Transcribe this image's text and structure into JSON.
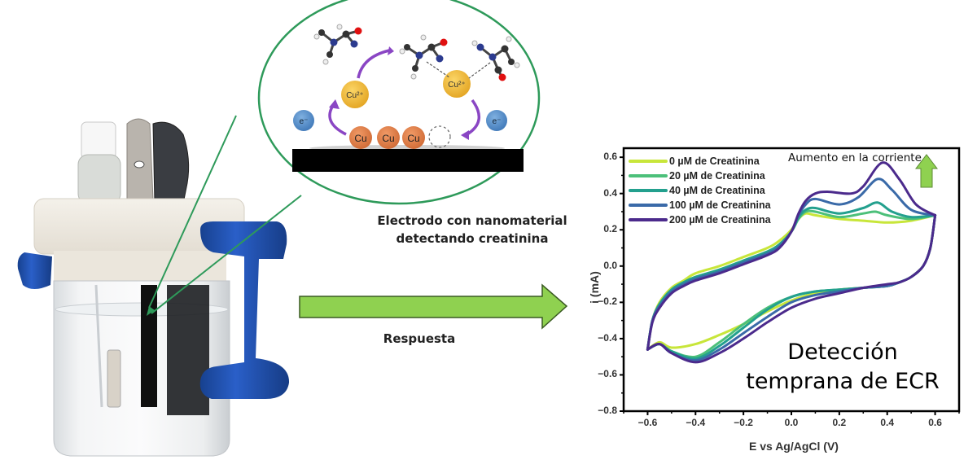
{
  "figure": {
    "inset_caption_line1": "Electrodo con nanomaterial",
    "inset_caption_line2": "detectando creatinina",
    "arrow_label": "Respuesta",
    "conclusion_line1": "Detección",
    "conclusion_line2": "temprana de ECR",
    "increase_annotation": "Aumento en la corriente",
    "colors": {
      "inset_ellipse": "#2e9a5a",
      "pointer_lines": "#2e9a5a",
      "response_arrow": "#8fd150",
      "cu2_ion": "#f2b632",
      "cu_metal": "#e07b45",
      "electron": "#4a86c5",
      "cycle_arrows": "#8a46c4",
      "electrode": "#000000",
      "cell_cap": "#eee9e0",
      "tubing": "#1f4fb0"
    },
    "mechanism": {
      "cu2_label": "Cu²⁺",
      "cu_label": "Cu",
      "electron_label": "e⁻"
    }
  },
  "chart_data": {
    "type": "line",
    "title": "",
    "xlabel": "E vs Ag/AgCl (V)",
    "ylabel": "i (mA)",
    "xlim": [
      -0.7,
      0.7
    ],
    "ylim": [
      -0.8,
      0.65
    ],
    "x_ticks": [
      -0.6,
      -0.4,
      -0.2,
      0.0,
      0.2,
      0.4,
      0.6
    ],
    "x_tick_labels": [
      "−0.6",
      "−0.4",
      "−0.2",
      "0.0",
      "0.2",
      "0.4",
      "0.6"
    ],
    "y_ticks": [
      0.6,
      0.4,
      0.2,
      0.0,
      -0.2,
      -0.4,
      -0.6,
      -0.8
    ],
    "y_tick_labels": [
      "0.6",
      "0.4",
      "0.2",
      "0.0",
      "−0.2",
      "−0.4",
      "−0.6",
      "−0.8"
    ],
    "grid": false,
    "legend_position": "top-left",
    "annotation": "Aumento en la corriente",
    "series": [
      {
        "name": "0 µM de Creatinina",
        "color": "#c8e63a",
        "anodic": {
          "x": [
            -0.6,
            -0.58,
            -0.55,
            -0.5,
            -0.45,
            -0.4,
            -0.3,
            -0.2,
            -0.1,
            -0.05,
            0.0,
            0.03,
            0.06,
            0.1,
            0.2,
            0.3,
            0.4,
            0.5,
            0.6
          ],
          "y": [
            -0.46,
            -0.3,
            -0.2,
            -0.12,
            -0.08,
            -0.04,
            0.0,
            0.05,
            0.1,
            0.14,
            0.2,
            0.26,
            0.29,
            0.28,
            0.26,
            0.25,
            0.24,
            0.25,
            0.28
          ]
        },
        "cathodic": {
          "x": [
            0.6,
            0.58,
            0.55,
            0.5,
            0.45,
            0.4,
            0.3,
            0.2,
            0.1,
            0.0,
            -0.1,
            -0.2,
            -0.3,
            -0.4,
            -0.5,
            -0.55,
            -0.6
          ],
          "y": [
            0.28,
            0.1,
            0.0,
            -0.06,
            -0.09,
            -0.11,
            -0.12,
            -0.13,
            -0.15,
            -0.19,
            -0.25,
            -0.32,
            -0.38,
            -0.43,
            -0.45,
            -0.42,
            -0.46
          ]
        }
      },
      {
        "name": "20 µM de Creatinina",
        "color": "#4cc07a",
        "anodic": {
          "x": [
            -0.6,
            -0.58,
            -0.55,
            -0.5,
            -0.45,
            -0.4,
            -0.3,
            -0.2,
            -0.1,
            -0.05,
            0.0,
            0.03,
            0.06,
            0.1,
            0.2,
            0.3,
            0.35,
            0.4,
            0.5,
            0.6
          ],
          "y": [
            -0.46,
            -0.3,
            -0.21,
            -0.13,
            -0.09,
            -0.06,
            -0.02,
            0.03,
            0.08,
            0.12,
            0.19,
            0.26,
            0.3,
            0.3,
            0.27,
            0.29,
            0.3,
            0.28,
            0.26,
            0.28
          ]
        },
        "cathodic": {
          "x": [
            0.6,
            0.58,
            0.55,
            0.5,
            0.45,
            0.4,
            0.3,
            0.2,
            0.1,
            0.0,
            -0.1,
            -0.2,
            -0.3,
            -0.4,
            -0.5,
            -0.55,
            -0.6
          ],
          "y": [
            0.28,
            0.1,
            0.0,
            -0.06,
            -0.09,
            -0.11,
            -0.12,
            -0.13,
            -0.14,
            -0.17,
            -0.23,
            -0.32,
            -0.42,
            -0.5,
            -0.47,
            -0.43,
            -0.46
          ]
        }
      },
      {
        "name": "40 µM de Creatinina",
        "color": "#23a08e",
        "anodic": {
          "x": [
            -0.6,
            -0.58,
            -0.55,
            -0.5,
            -0.45,
            -0.4,
            -0.3,
            -0.2,
            -0.1,
            -0.05,
            0.0,
            0.03,
            0.06,
            0.1,
            0.2,
            0.3,
            0.36,
            0.42,
            0.5,
            0.6
          ],
          "y": [
            -0.46,
            -0.3,
            -0.21,
            -0.13,
            -0.09,
            -0.06,
            -0.02,
            0.03,
            0.08,
            0.12,
            0.19,
            0.27,
            0.31,
            0.32,
            0.29,
            0.32,
            0.35,
            0.3,
            0.27,
            0.28
          ]
        },
        "cathodic": {
          "x": [
            0.6,
            0.58,
            0.55,
            0.5,
            0.45,
            0.4,
            0.3,
            0.2,
            0.1,
            0.0,
            -0.1,
            -0.2,
            -0.3,
            -0.4,
            -0.5,
            -0.55,
            -0.6
          ],
          "y": [
            0.28,
            0.1,
            0.0,
            -0.06,
            -0.09,
            -0.11,
            -0.12,
            -0.13,
            -0.14,
            -0.17,
            -0.24,
            -0.34,
            -0.44,
            -0.51,
            -0.47,
            -0.43,
            -0.46
          ]
        }
      },
      {
        "name": "100 µM de Creatinina",
        "color": "#3a6aa8",
        "anodic": {
          "x": [
            -0.6,
            -0.58,
            -0.55,
            -0.5,
            -0.45,
            -0.4,
            -0.3,
            -0.2,
            -0.1,
            -0.05,
            0.0,
            0.03,
            0.06,
            0.1,
            0.2,
            0.28,
            0.36,
            0.42,
            0.5,
            0.6
          ],
          "y": [
            -0.46,
            -0.3,
            -0.22,
            -0.14,
            -0.1,
            -0.07,
            -0.03,
            0.02,
            0.07,
            0.11,
            0.19,
            0.28,
            0.34,
            0.37,
            0.34,
            0.38,
            0.48,
            0.42,
            0.31,
            0.28
          ]
        },
        "cathodic": {
          "x": [
            0.6,
            0.58,
            0.55,
            0.5,
            0.45,
            0.4,
            0.3,
            0.2,
            0.1,
            0.0,
            -0.1,
            -0.2,
            -0.3,
            -0.4,
            -0.5,
            -0.55,
            -0.6
          ],
          "y": [
            0.28,
            0.1,
            0.0,
            -0.06,
            -0.09,
            -0.11,
            -0.12,
            -0.14,
            -0.16,
            -0.2,
            -0.28,
            -0.37,
            -0.46,
            -0.52,
            -0.48,
            -0.43,
            -0.46
          ]
        }
      },
      {
        "name": "200 µM de Creatinina",
        "color": "#4b2a8c",
        "anodic": {
          "x": [
            -0.6,
            -0.58,
            -0.55,
            -0.5,
            -0.45,
            -0.4,
            -0.3,
            -0.2,
            -0.1,
            -0.05,
            0.0,
            0.03,
            0.06,
            0.1,
            0.15,
            0.25,
            0.3,
            0.38,
            0.45,
            0.52,
            0.6
          ],
          "y": [
            -0.46,
            -0.31,
            -0.23,
            -0.15,
            -0.11,
            -0.08,
            -0.04,
            0.01,
            0.06,
            0.1,
            0.19,
            0.29,
            0.36,
            0.4,
            0.41,
            0.4,
            0.44,
            0.57,
            0.48,
            0.34,
            0.28
          ]
        },
        "cathodic": {
          "x": [
            0.6,
            0.58,
            0.55,
            0.5,
            0.45,
            0.4,
            0.3,
            0.2,
            0.1,
            0.0,
            -0.1,
            -0.2,
            -0.3,
            -0.4,
            -0.5,
            -0.55,
            -0.6
          ],
          "y": [
            0.28,
            0.1,
            0.0,
            -0.06,
            -0.09,
            -0.1,
            -0.12,
            -0.15,
            -0.18,
            -0.23,
            -0.31,
            -0.4,
            -0.48,
            -0.53,
            -0.48,
            -0.43,
            -0.46
          ]
        }
      }
    ]
  }
}
